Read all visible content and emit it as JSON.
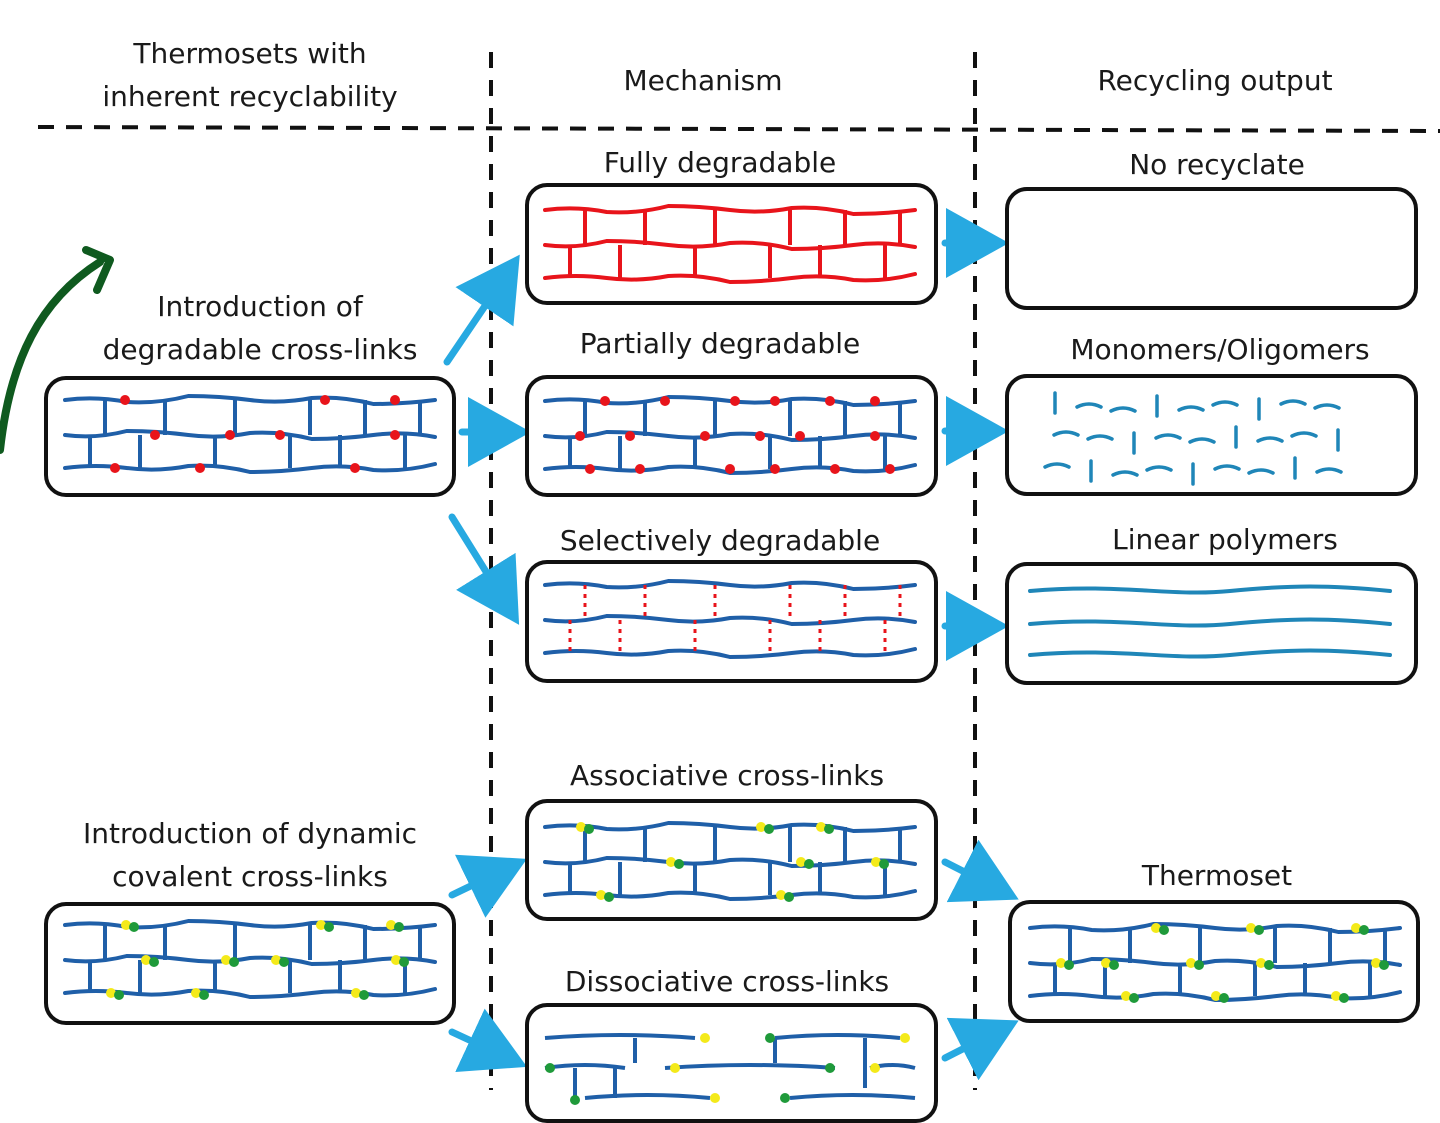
{
  "headers": {
    "col1_line1": "Thermosets with",
    "col1_line2": "inherent recyclability",
    "col2": "Mechanism",
    "col3": "Recycling output"
  },
  "sources": {
    "degradable_line1": "Introduction of",
    "degradable_line2": "degradable cross-links",
    "dynamic_line1": "Introduction of dynamic",
    "dynamic_line2": "covalent cross-links"
  },
  "mechanisms": {
    "fully": "Fully degradable",
    "partially": "Partially degradable",
    "selectively": "Selectively degradable",
    "associative": "Associative cross-links",
    "dissociative": "Dissociative cross-links"
  },
  "outputs": {
    "none": "No recyclate",
    "monomers": "Monomers/Oligomers",
    "linear": "Linear polymers",
    "thermoset": "Thermoset"
  },
  "colors": {
    "network_blue": "#1f5fa8",
    "degradable_red": "#e8141b",
    "arrow_cyan": "#27a9e1",
    "fragment_teal": "#1f86b8",
    "dynamic_yellow": "#f4ea1a",
    "dynamic_green": "#1f9a3a",
    "accent_arrow_green": "#0f5a1f",
    "border": "#111111"
  }
}
